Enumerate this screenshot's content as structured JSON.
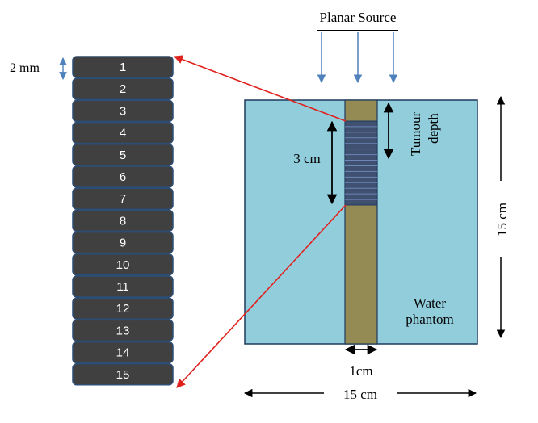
{
  "labels": {
    "source": "Planar Source",
    "slice_thickness": "2 mm",
    "tumour_height": "3 cm",
    "tumour_depth_line1": "Tumour",
    "tumour_depth_line2": "depth",
    "phantom_height": "15 cm",
    "water_line1": "Water",
    "water_line2": "phantom",
    "column_width": "1cm",
    "phantom_width": "15 cm"
  },
  "slices": [
    "1",
    "2",
    "3",
    "4",
    "5",
    "6",
    "7",
    "8",
    "9",
    "10",
    "11",
    "12",
    "13",
    "14",
    "15"
  ],
  "colors": {
    "water": "#92cddc",
    "column": "#948a54",
    "slice": "#404040",
    "slice_border": "#2c4d75",
    "tumour": "#3f5070",
    "source_arrow": "#4f81bd",
    "zoom_line": "#e0221e",
    "text": "#000000"
  }
}
